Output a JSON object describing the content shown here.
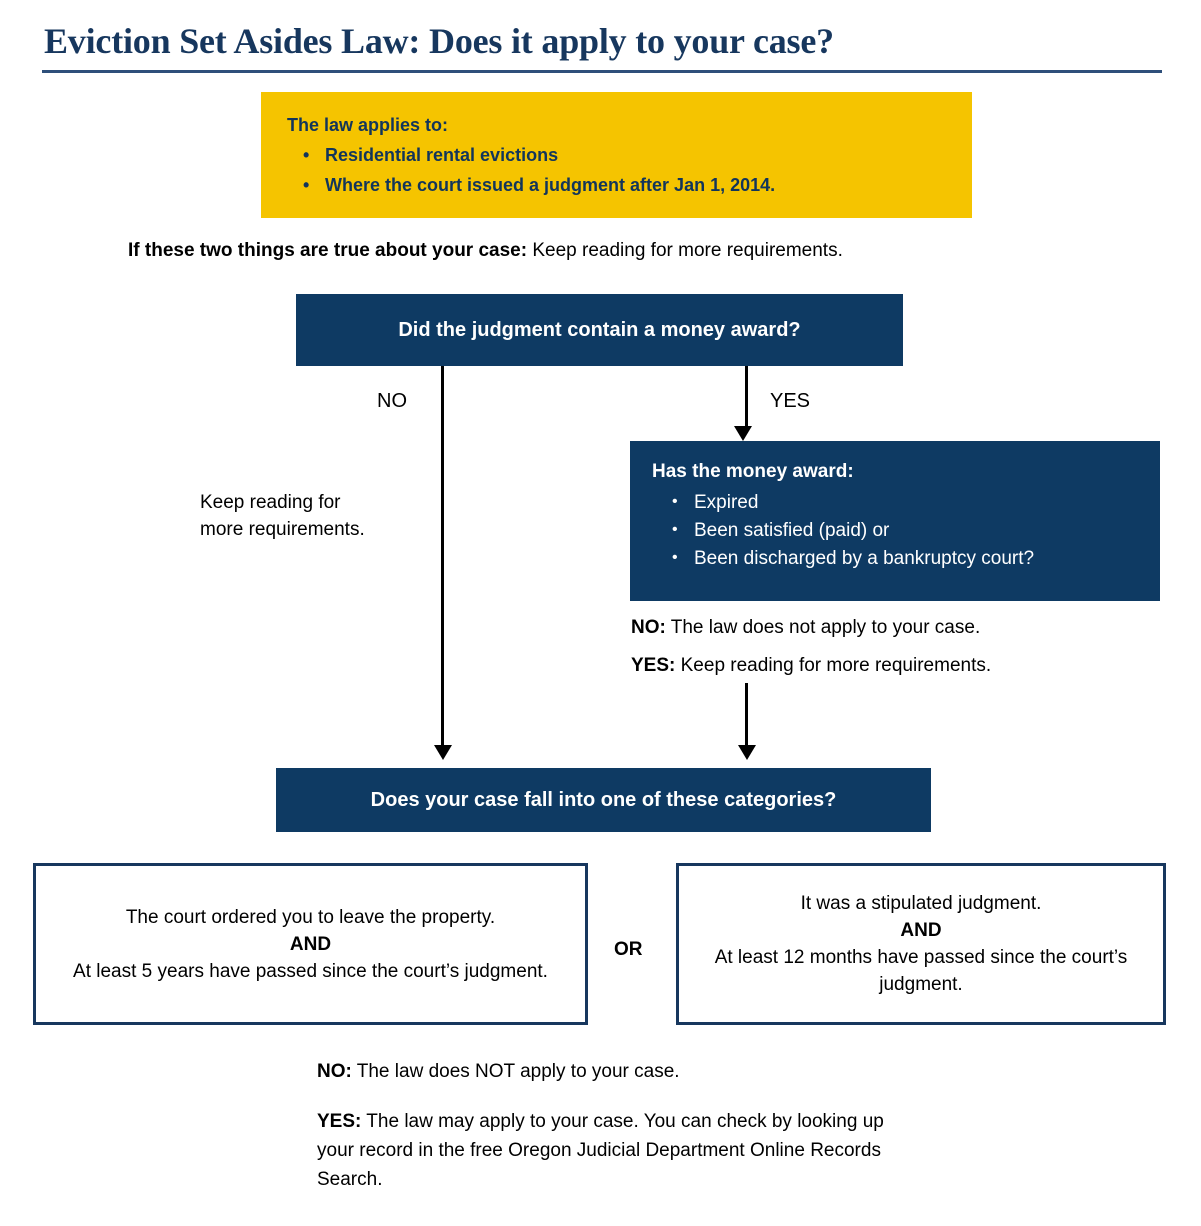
{
  "document": {
    "title": "Eviction Set Asides Law: Does it apply to your case?"
  },
  "applies_box": {
    "heading": "The law applies to:",
    "bullet_glyph": "•",
    "items": [
      "Residential rental evictions",
      "Where the court issued a judgment after Jan 1, 2014."
    ],
    "background_color": "#F5C400",
    "text_color": "#12355B"
  },
  "lead": {
    "bold": "If these two things are true about your case:",
    "rest": " Keep reading for more requirements."
  },
  "question_1": {
    "text": "Did the judgment contain a money award?",
    "background_color": "#0E3A63"
  },
  "branches": {
    "no_label": "NO",
    "yes_label": "YES"
  },
  "no_branch_note": {
    "line1": "Keep reading for",
    "line2": "more requirements."
  },
  "question_2": {
    "heading": "Has the money award:",
    "bullet_glyph": "•",
    "items": [
      "Expired",
      "Been satisfied (paid) or",
      "Been discharged by a bankruptcy court?"
    ],
    "background_color": "#0E3A63"
  },
  "question_2_results": {
    "no_bold": "NO:",
    "no_text": " The law does not apply to your case.",
    "yes_bold": "YES:",
    "yes_text": " Keep reading for more requirements."
  },
  "question_3": {
    "text": "Does your case fall into one of these categories?",
    "background_color": "#0E3A63"
  },
  "categories": {
    "left": {
      "line1": "The court ordered you to leave the property.",
      "conjunction": "AND",
      "line2": "At least 5 years have passed since the court’s judgment."
    },
    "separator": "OR",
    "right": {
      "line1": "It was a stipulated judgment.",
      "conjunction": "AND",
      "line2": "At least 12 months have passed since the court’s judgment."
    },
    "border_color": "#17375E"
  },
  "final_outcomes": {
    "no_bold": "NO:",
    "no_text": " The law does NOT apply to your case.",
    "yes_bold": "YES:",
    "yes_text": " The law may apply to your case. You can check by looking up your record in the free Oregon Judicial Department Online Records Search."
  }
}
